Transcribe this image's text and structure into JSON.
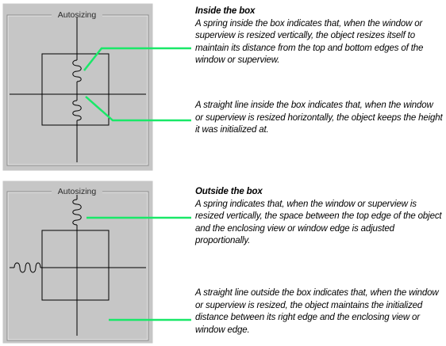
{
  "panels": [
    {
      "label": "Autosizing"
    },
    {
      "label": "Autosizing"
    }
  ],
  "captions": {
    "inside_heading": "Inside the box",
    "inside_spring": "A spring inside the box indicates that, when the window or superview is resized vertically, the object resizes itself to maintain its distance from the top and bottom edges of the window or superview.",
    "inside_line": "A straight line inside the box indicates that, when the window or superview is resized horizontally, the object keeps the height it was initialized at.",
    "outside_heading": "Outside the box",
    "outside_spring": "A spring indicates that, when the window or superview is resized vertically, the space between the top edge of the object and the enclosing view or window edge is adjusted proportionally.",
    "outside_line": "A straight line outside the box indicates that, when the window or superview is resized, the object maintains the initialized distance between its right edge and the enclosing view or window edge."
  },
  "colors": {
    "panel_fill": "#c6c6c6",
    "line": "#000000",
    "leader": "#19e868",
    "text": "#000000"
  }
}
